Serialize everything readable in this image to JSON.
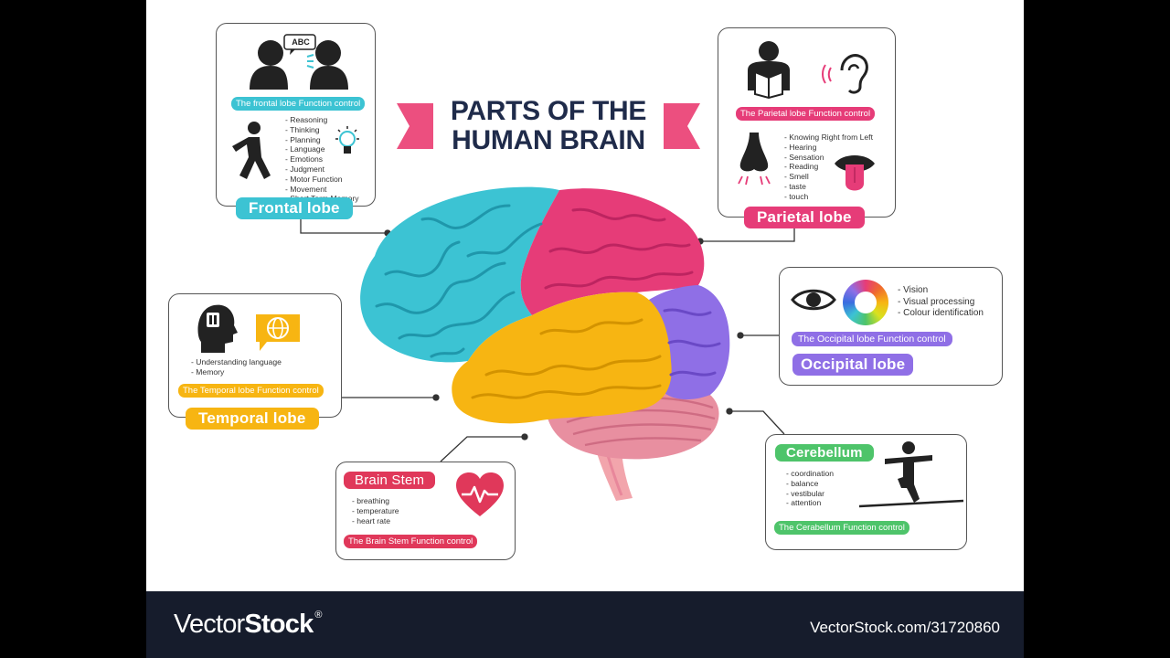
{
  "title": {
    "line1": "PARTS OF THE",
    "line2": "HUMAN BRAIN"
  },
  "frontal": {
    "name": "Frontal lobe",
    "function_label": "The frontal lobe Function control",
    "speech_bubble": "ABC",
    "items": [
      "Reasoning",
      "Thinking",
      "Planning",
      "Language",
      "Emotions",
      "Judgment",
      "Motor Function",
      "Movement",
      "Short Term Memory"
    ]
  },
  "parietal": {
    "name": "Parietal lobe",
    "function_label": "The Parietal lobe Function control",
    "items": [
      "Knowing Right from Left",
      "Hearing",
      "Sensation",
      "Reading",
      "Smell",
      "taste",
      "touch"
    ]
  },
  "occipital": {
    "name": "Occipital lobe",
    "function_label": "The Occipital lobe Function control",
    "items": [
      "Vision",
      "Visual processing",
      "Colour identification"
    ]
  },
  "temporal": {
    "name": "Temporal lobe",
    "function_label": "The Temporal lobe Function control",
    "items": [
      "Understanding language",
      "Memory"
    ]
  },
  "brainstem": {
    "name": "Brain Stem",
    "function_label": "The Brain Stem Function control",
    "items": [
      "breathing",
      "temperature",
      "heart rate"
    ]
  },
  "cerebellum": {
    "name": "Cerebellum",
    "function_label": "The Cerabellum Function control",
    "items": [
      "coordination",
      "balance",
      "vestibular",
      "attention"
    ]
  },
  "colors": {
    "frontal": "#3cc3d3",
    "parietal": "#e63c78",
    "occipital": "#8f6fe6",
    "temporal": "#f7b512",
    "cerebellum": "#e88fa0",
    "brainstem": "#f2a5ac",
    "title": "#1f2b4a",
    "footer": "#161c2c"
  },
  "footer": {
    "brand_light": "Vector",
    "brand_bold": "Stock",
    "brand_mark": "®",
    "url": "VectorStock.com/31720860"
  }
}
